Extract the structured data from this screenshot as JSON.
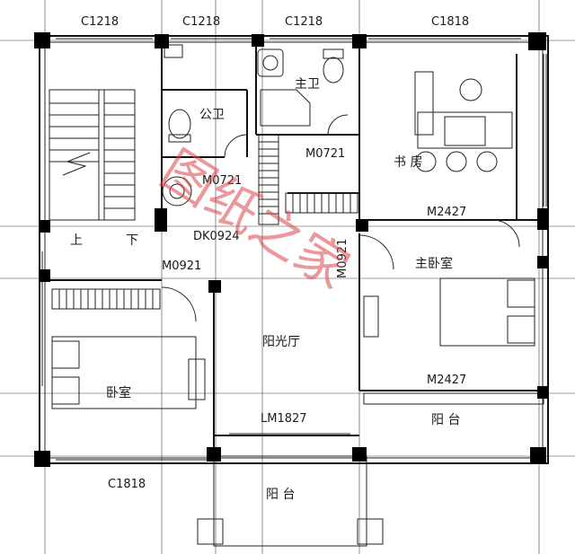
{
  "window_labels": {
    "top_1": "C1218",
    "top_2": "C1218",
    "top_3": "C1218",
    "top_4": "C1818",
    "bottom_left": "C1818"
  },
  "door_labels": {
    "m0721_bath": "M0721",
    "m0721_master_bath": "M0721",
    "dk0924": "DK0924",
    "m0921_left": "M0921",
    "m0921_right": "M0921",
    "m2427_study": "M2427",
    "m2427_master": "M2427",
    "lm1827": "LM1827"
  },
  "rooms": {
    "public_bath": "公卫",
    "master_bath": "主卫",
    "study": "书 房",
    "master_bedroom": "主卧室",
    "bedroom": "卧室",
    "sunroom": "阳光厅",
    "balcony_right": "阳 台",
    "balcony_bottom": "阳 台"
  },
  "stairs": {
    "up": "上",
    "down": "下"
  },
  "watermark": "图纸之家"
}
